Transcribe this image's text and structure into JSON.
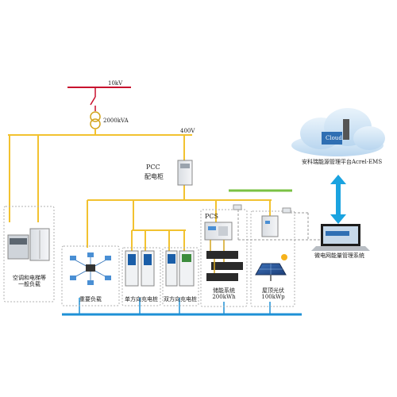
{
  "diagram": {
    "voltage_hv": "10kV",
    "transformer_rating": "2000kVA",
    "voltage_lv": "400V",
    "pcc_title": "PCC",
    "pcc_subtitle": "配电柜",
    "pcs_label": "PCS",
    "cloud_label": "Cloud",
    "platform_name": "安科瑞能源管理平台Acrel-EMS",
    "microgrid_system": "微电网能量管理系统",
    "loads": [
      {
        "line1": "空调和电梯等",
        "line2": "一般负载"
      },
      {
        "line1": "重要负载",
        "line2": ""
      },
      {
        "line1": "单方向充电桩",
        "line2": ""
      },
      {
        "line1": "双方向充电桩",
        "line2": ""
      },
      {
        "line1": "储能系统",
        "line2": "200kWh"
      },
      {
        "line1": "屋顶光伏",
        "line2": "100kWp"
      }
    ]
  },
  "colors": {
    "power_bus": "#f2c230",
    "hv_line": "#c8102e",
    "comm_bus": "#1e90d6",
    "control_bus": "#7ac143",
    "link_arrow": "#1aa3e0",
    "dashed_border": "#b0b0b0"
  }
}
